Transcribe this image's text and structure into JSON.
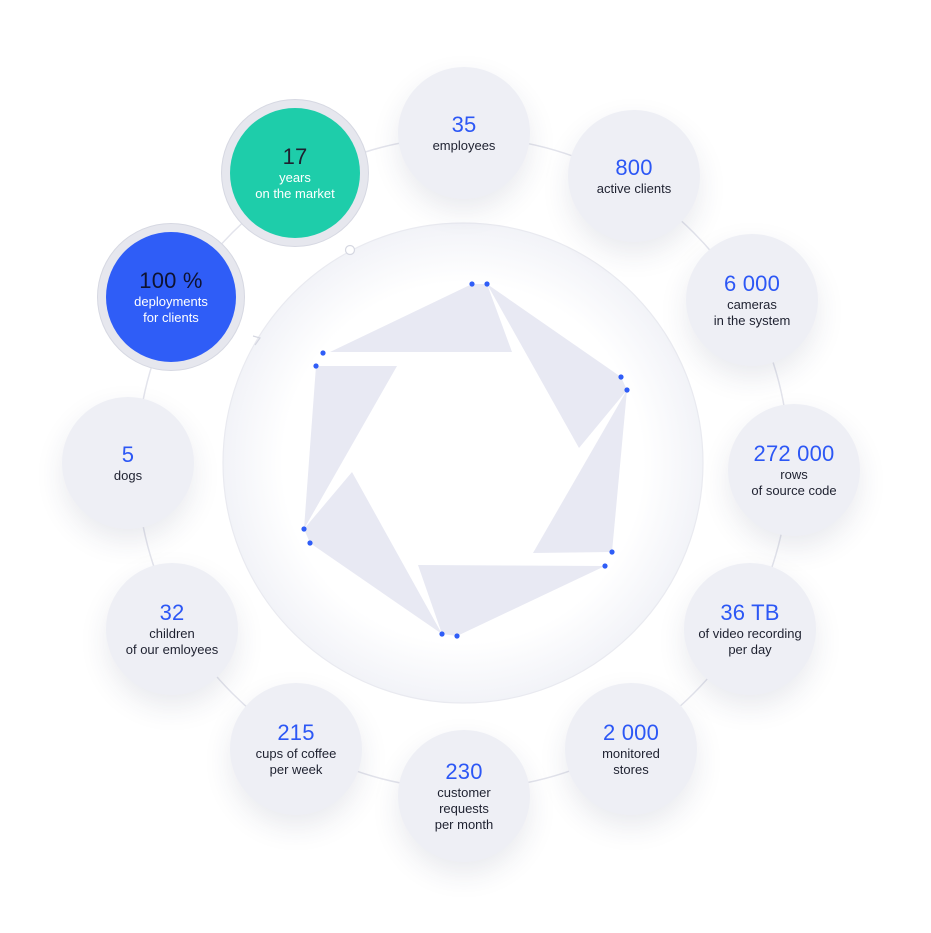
{
  "colors": {
    "accent_blue": "#2f5df7",
    "accent_teal": "#1ecdaa",
    "number_blue": "#2c57f5",
    "bubble_bg": "#eeeff5",
    "text_dark": "#1e2130"
  },
  "center_icon": "camera-aperture-icon",
  "stats": [
    {
      "number": "35",
      "lines": [
        "employees"
      ]
    },
    {
      "number": "800",
      "lines": [
        "active clients"
      ]
    },
    {
      "number": "6 000",
      "lines": [
        "cameras",
        "in the system"
      ]
    },
    {
      "number": "272 000",
      "lines": [
        "rows",
        "of source code"
      ]
    },
    {
      "number": "36 TB",
      "lines": [
        "of video recording",
        "per day"
      ]
    },
    {
      "number": "2 000",
      "lines": [
        "monitored",
        "stores"
      ]
    },
    {
      "number": "230",
      "lines": [
        "customer",
        "requests",
        "per month"
      ]
    },
    {
      "number": "215",
      "lines": [
        "cups of coffee",
        "per week"
      ]
    },
    {
      "number": "32",
      "lines": [
        "children",
        "of our emloyees"
      ]
    },
    {
      "number": "5",
      "lines": [
        "dogs"
      ]
    },
    {
      "number": "100 %",
      "lines": [
        "deployments",
        "for clients"
      ]
    },
    {
      "number": "17",
      "lines": [
        "years",
        "on the market"
      ]
    }
  ]
}
